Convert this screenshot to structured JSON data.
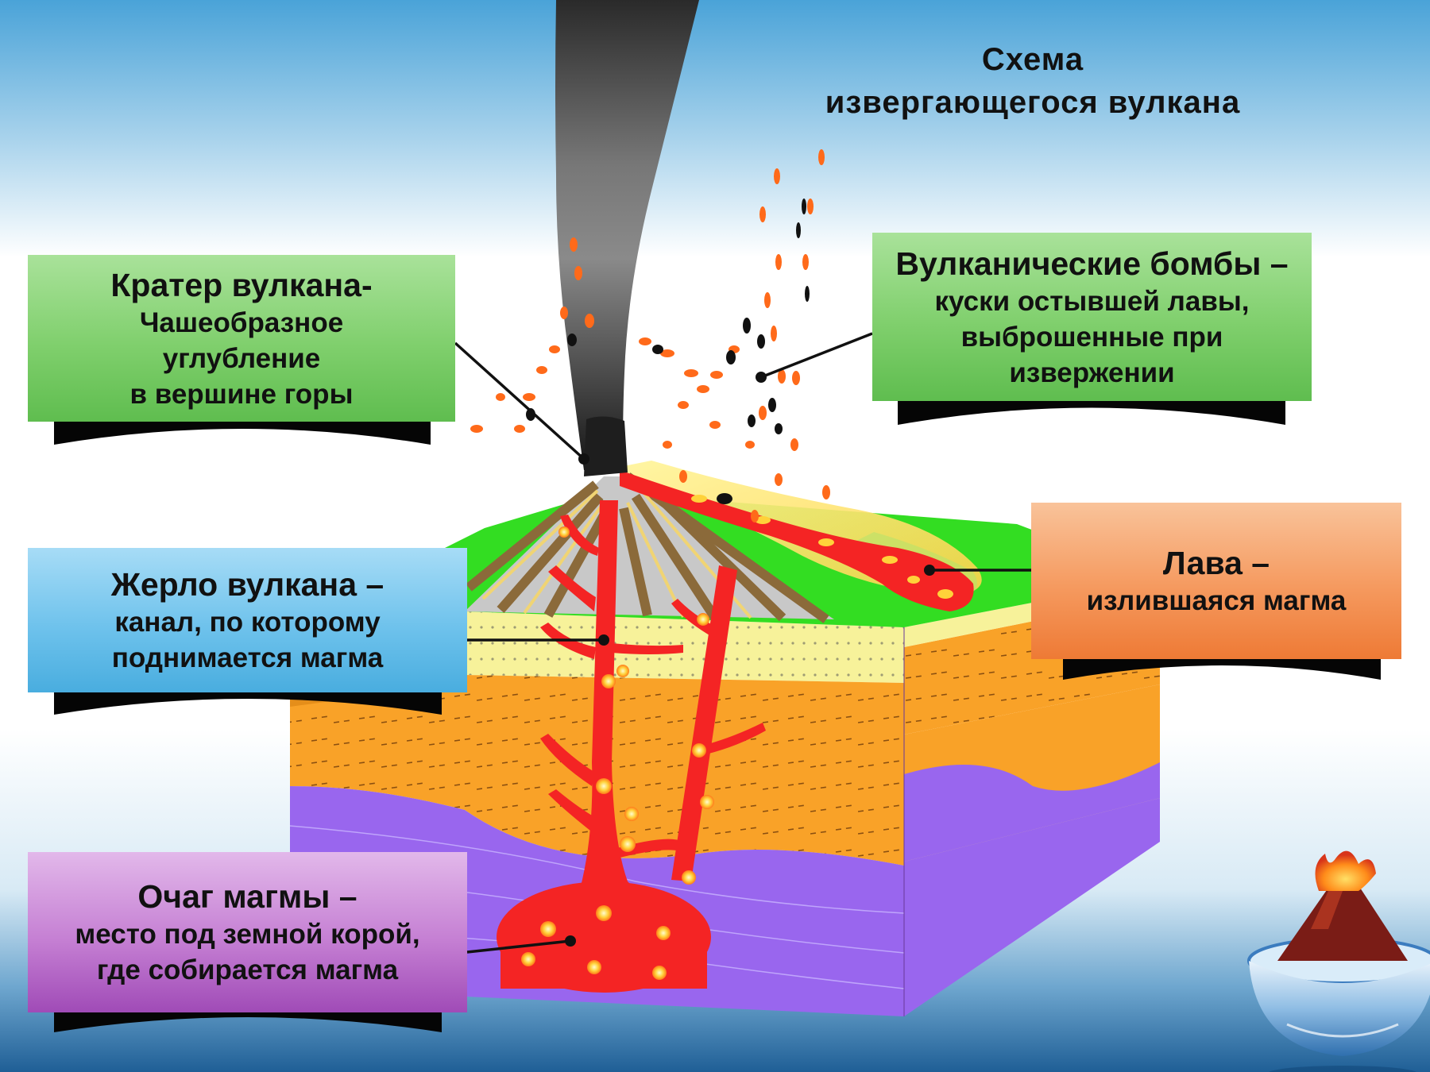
{
  "title": {
    "line1": "Схема",
    "line2": "извергающегося вулкана"
  },
  "labels": {
    "crater": {
      "heading": "Кратер вулкана-",
      "body": [
        "Чашеобразное",
        "углубление",
        "в вершине горы"
      ]
    },
    "bombs": {
      "heading": "Вулканические бомбы –",
      "body": [
        "куски остывшей лавы,",
        "выброшенные при",
        "извержении"
      ]
    },
    "vent": {
      "heading": "Жерло вулкана –",
      "body": [
        "канал, по которому",
        "поднимается магма"
      ]
    },
    "lava": {
      "heading": "Лава –",
      "body": [
        "излившаяся магма"
      ]
    },
    "chamber": {
      "heading": "Очаг магмы –",
      "body": [
        "место под земной корой,",
        "где собирается магма"
      ]
    }
  },
  "colors": {
    "magma": "#f42424",
    "ash_plume": "#3c3c3c",
    "surface_green": "#33dd22",
    "sand_layer": "#f7f29a",
    "orange_layer": "#f9a228",
    "purple_layer": "#9966ee",
    "label_green": "#7fcf6c",
    "label_blue": "#6ec2ec",
    "label_orange": "#f5995e",
    "label_purple": "#c57fd3"
  },
  "icons": {
    "corner": "volcano-globe-icon"
  }
}
